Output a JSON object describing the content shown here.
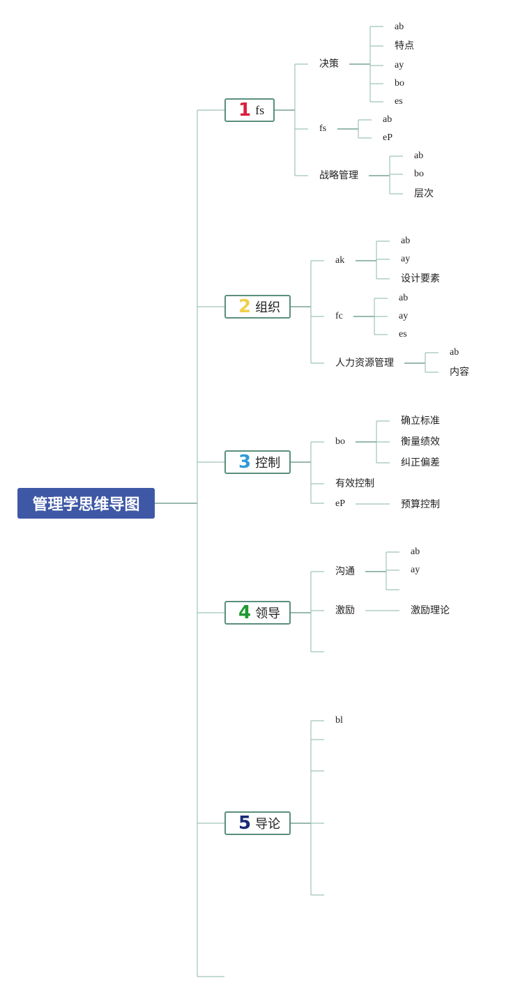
{
  "root": {
    "label": "管理学思维导图"
  },
  "branches": [
    {
      "num": "1",
      "num_color": "#d91f3c",
      "label": "fs",
      "children": [
        {
          "label": "决策",
          "children": [
            "ab",
            "特点",
            "ay",
            "bo",
            "es"
          ]
        },
        {
          "label": "fs",
          "children": [
            "ab",
            "eP"
          ]
        },
        {
          "label": "战略管理",
          "children": [
            "ab",
            "bo",
            "层次"
          ]
        }
      ]
    },
    {
      "num": "2",
      "num_color": "#f0d04a",
      "label": "组织",
      "children": [
        {
          "label": "ak",
          "children": [
            "ab",
            "ay",
            "设计要素"
          ]
        },
        {
          "label": "fc",
          "children": [
            "ab",
            "ay",
            "es"
          ]
        },
        {
          "label": "人力资源管理",
          "children": [
            "ab",
            "内容"
          ]
        }
      ]
    },
    {
      "num": "3",
      "num_color": "#2f9ad6",
      "label": "控制",
      "children": [
        {
          "label": "bo",
          "children": [
            "确立标准",
            "衡量绩效",
            "纠正偏差"
          ]
        },
        {
          "label": "有效控制",
          "children": []
        },
        {
          "label": "eP",
          "children": [
            "预算控制"
          ]
        }
      ]
    },
    {
      "num": "4",
      "num_color": "#1e9a2e",
      "label": "领导",
      "children": [
        {
          "label": "沟通",
          "children": [
            "ab",
            "ay",
            ""
          ]
        },
        {
          "label": "激励",
          "children": [
            "激励理论"
          ]
        },
        {
          "label": "",
          "children": []
        }
      ]
    },
    {
      "num": "5",
      "num_color": "#1a2a78",
      "label": "导论",
      "children": [
        {
          "label": "bl",
          "children": []
        },
        {
          "label": "",
          "children": []
        },
        {
          "label": "",
          "children": []
        },
        {
          "label": "",
          "children": []
        },
        {
          "label": "",
          "children": []
        }
      ]
    }
  ]
}
